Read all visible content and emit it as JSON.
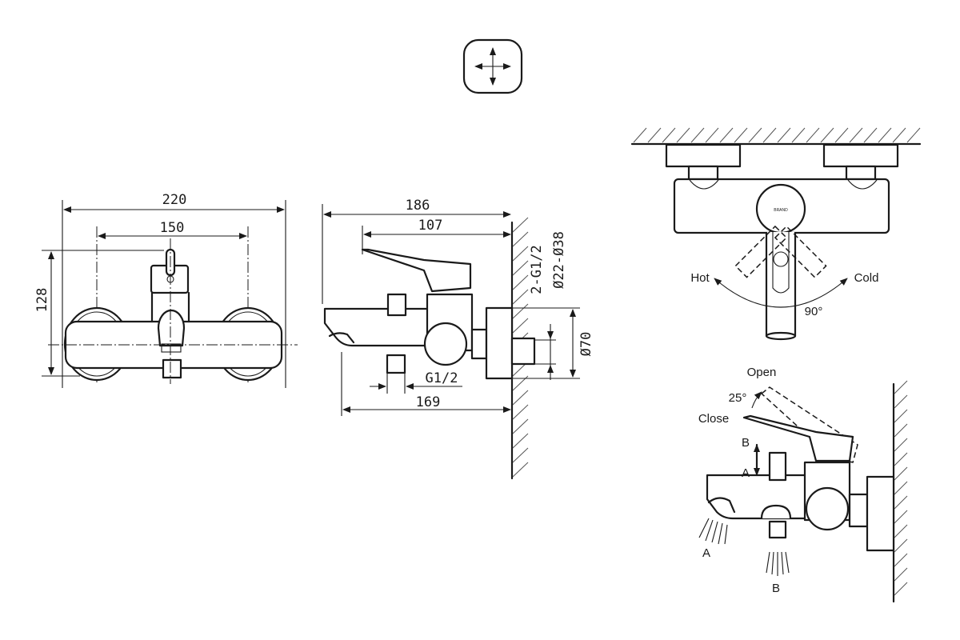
{
  "front_view": {
    "dim_width_total": "220",
    "dim_width_centers": "150",
    "dim_height": "128"
  },
  "side_view": {
    "dim_total_depth": "186",
    "dim_handle_depth": "107",
    "dim_spout_depth": "169",
    "dim_outlet_thread": "G1/2",
    "dim_inlet_thread": "2-G1/2",
    "dim_inlet_diam": "Ø22-Ø38",
    "dim_flange_diam": "Ø70"
  },
  "top_view": {
    "label_hot": "Hot",
    "label_cold": "Cold",
    "angle_swing": "90°"
  },
  "operation_view": {
    "label_open": "Open",
    "label_close": "Close",
    "angle_lift": "25°",
    "label_a_upper": "A",
    "label_b_upper": "B",
    "label_a_lower": "A",
    "label_b_lower": "B"
  },
  "icons": [
    "cross-arrows-icon",
    "arrowhead-icon"
  ]
}
